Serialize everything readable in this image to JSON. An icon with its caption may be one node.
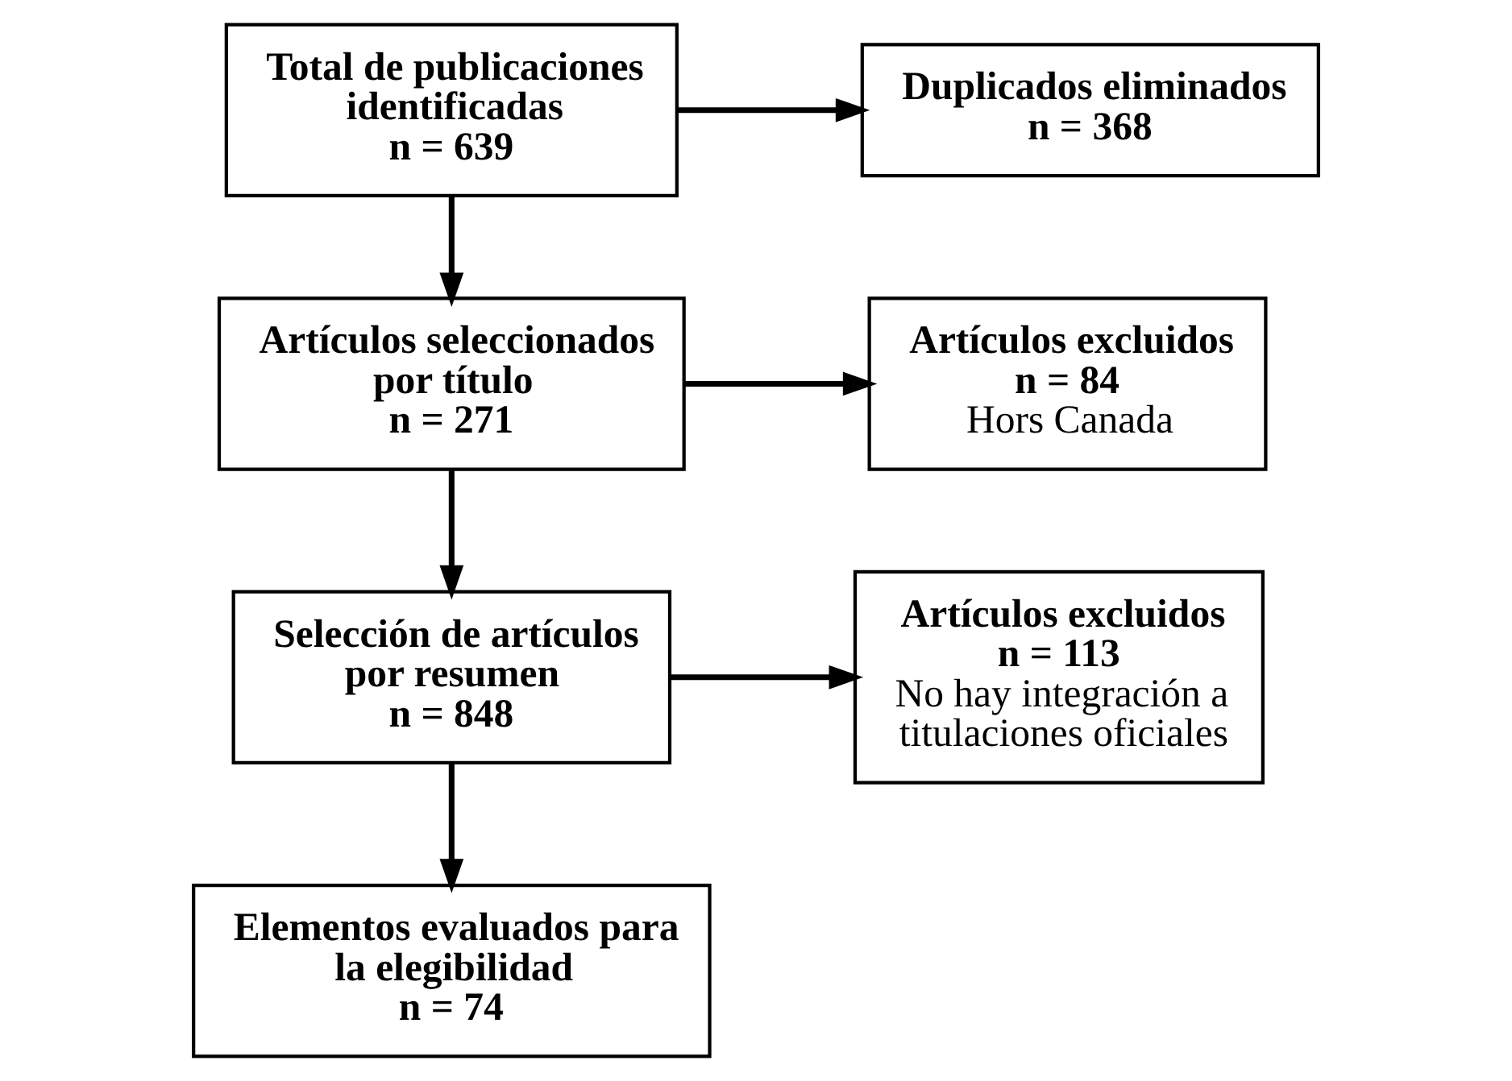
{
  "diagram": {
    "nodes": [
      {
        "text": [
          "Total de publicaciones identificadas",
          "n = 639"
        ]
      },
      {
        "text": [
          "Duplicados eliminados",
          "n = 368"
        ]
      },
      {
        "text": [
          "Artículos seleccionados por título",
          "n = 271"
        ]
      },
      {
        "text": [
          "Artículos excluidos",
          "n = 84",
          "Hors Canada"
        ]
      },
      {
        "text": [
          "Selección de artículos por resumen",
          "n = 848"
        ]
      },
      {
        "text": [
          "Artículos excluidos",
          "n = 113",
          "No hay integración a titulaciones oficiales"
        ]
      },
      {
        "text": [
          "Elementos evaluados para la elegibilidad",
          "n = 74"
        ]
      }
    ],
    "edges": [
      {
        "from": 0,
        "to": 1,
        "arrow": "to"
      },
      {
        "from": 0,
        "to": 2,
        "arrow": "to"
      },
      {
        "from": 2,
        "to": 3,
        "arrow": "to"
      },
      {
        "from": 2,
        "to": 4,
        "arrow": "to"
      },
      {
        "from": 4,
        "to": 5,
        "arrow": "to"
      },
      {
        "from": 4,
        "to": 6,
        "arrow": "to"
      }
    ]
  }
}
